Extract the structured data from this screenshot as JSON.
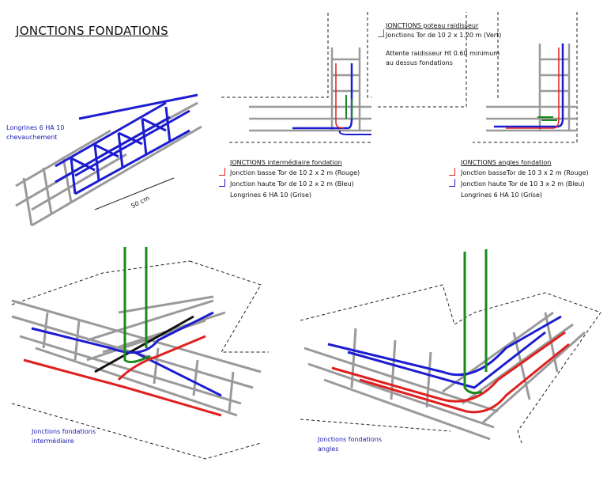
{
  "title": "JONCTIONS FONDATIONS",
  "cage_label": {
    "line1": "Longrines 6 HA 10",
    "line2": "chevauchement",
    "dimension": "50 cm"
  },
  "poteau": {
    "heading": "JONCTIONS poteau raidisseur",
    "item": "Jonctions Tor de 10 2 x 1.20 m (Vert)",
    "note1": "Attente raidisseur Ht 0.60 minimum",
    "note2": "au dessus fondations"
  },
  "intermediaire": {
    "heading": "JONCTIONS intermédiaire fondation",
    "items": [
      "Jonction basse Tor de 10 2 x 2 m (Rouge)",
      "Jonction haute Tor de 10 2 x 2 m (Bleu)",
      "Longrines 6 HA 10 (Grise)"
    ]
  },
  "angles": {
    "heading": "JONCTIONS angles fondation",
    "items": [
      "Jonction basseTor de 10 3 x 2 m (Rouge)",
      "Jonction haute Tor de 10 3 x 2 m (Bleu)",
      "Longrines 6 HA 10 (Grise)"
    ]
  },
  "captions": {
    "inter1": "Jonctions fondations",
    "inter2": "intermédiaire",
    "angle1": "Jonctions fondations",
    "angle2": "angles"
  },
  "colors": {
    "grey": "#9a9a9a",
    "blue": "#1c1cd0",
    "red": "#e02020",
    "green": "#1a8a1a"
  }
}
